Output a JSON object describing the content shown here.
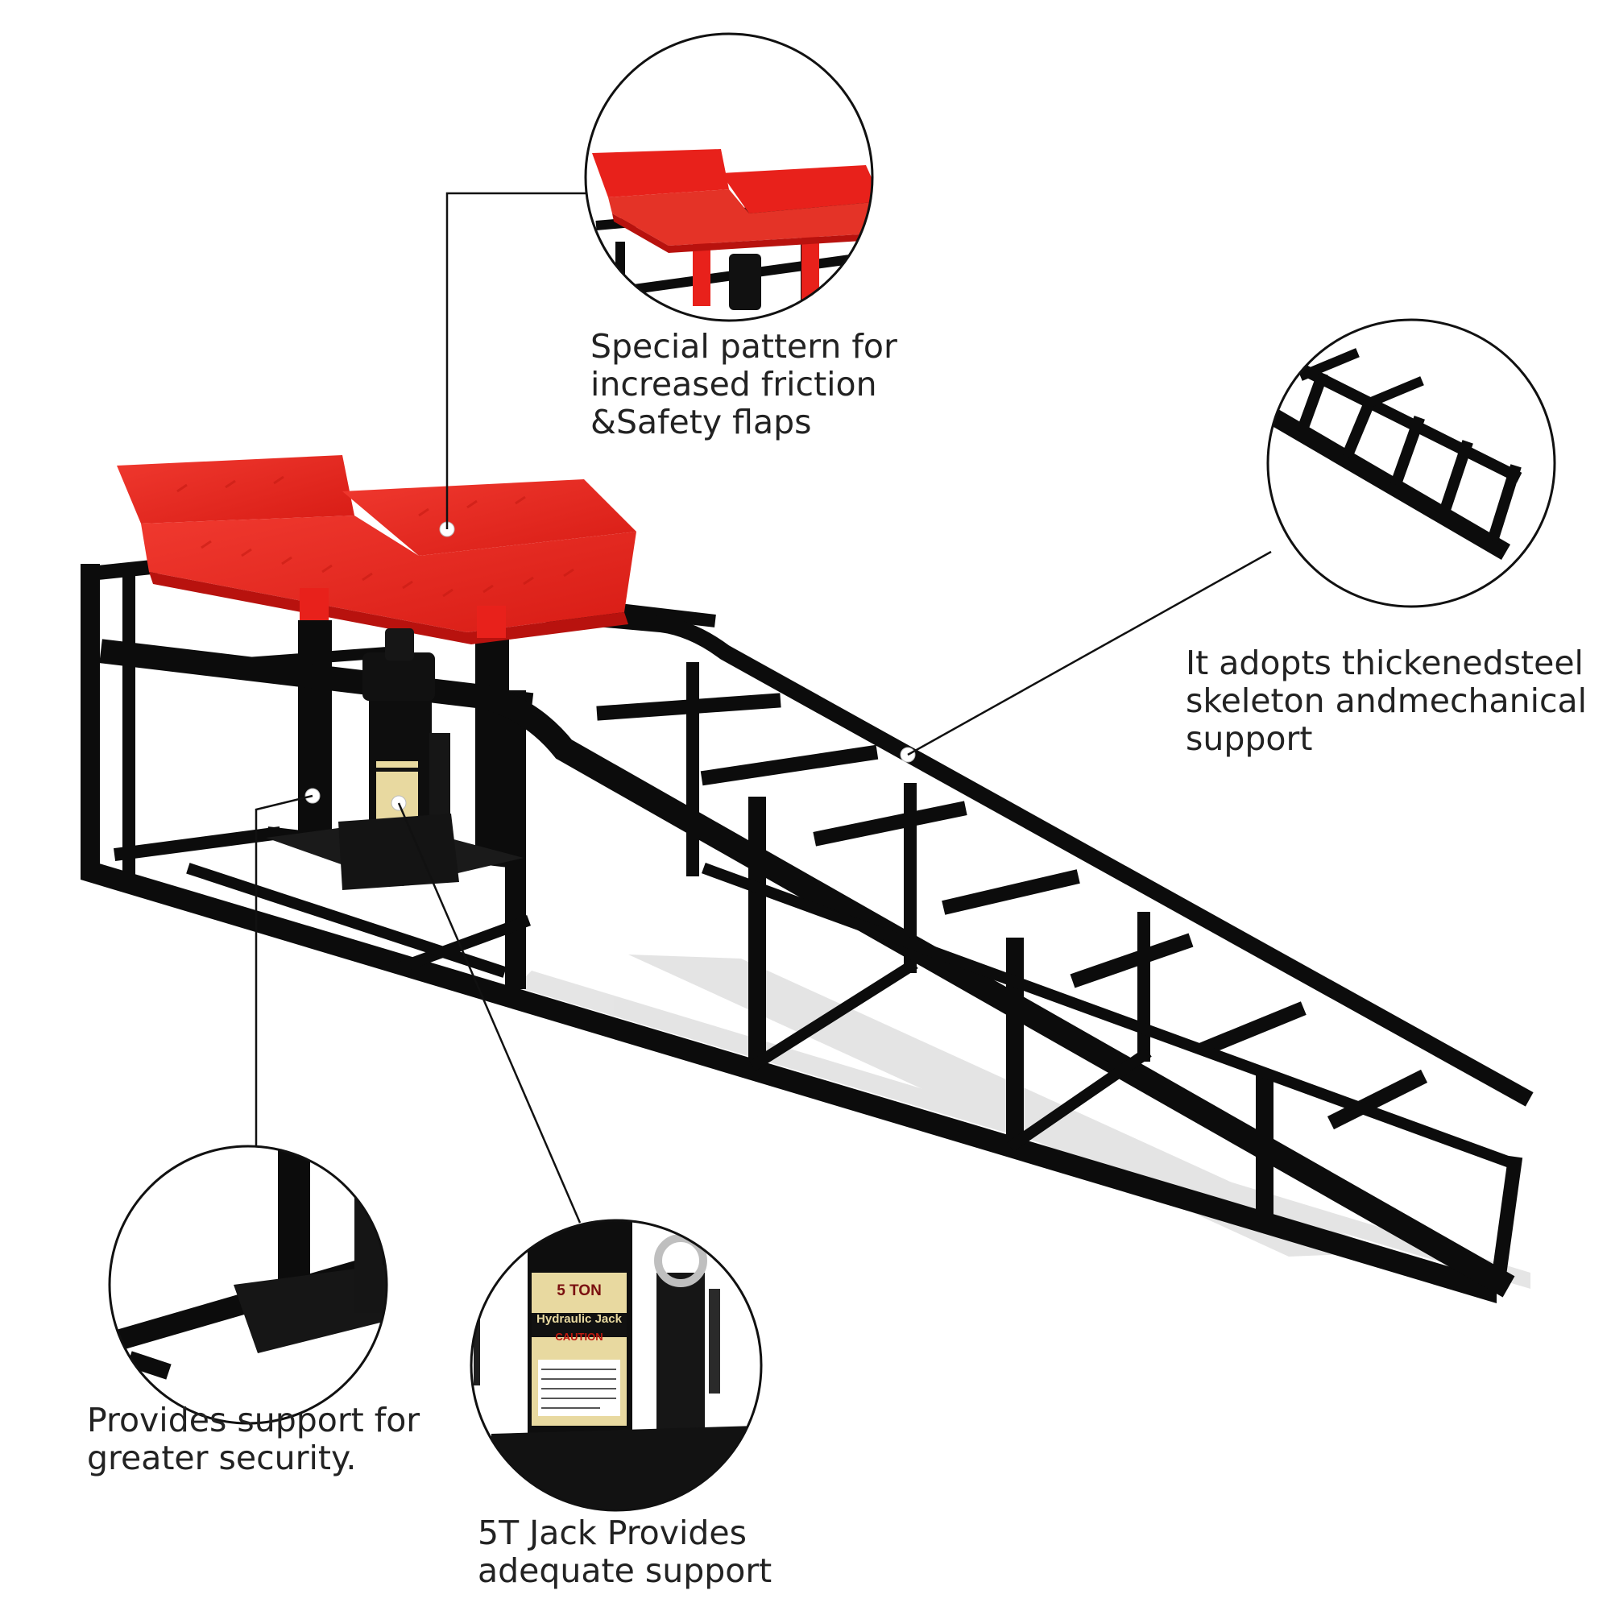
{
  "colors": {
    "steel": "#0c0c0c",
    "platform_red": "#e8211b",
    "platform_red_dark": "#b8120e",
    "callout_line": "#111111",
    "text": "#222222",
    "label_yellow": "#e8d9a0"
  },
  "callouts": {
    "platform": {
      "lines": [
        "Special pattern for",
        "increased friction",
        "&Safety flaps"
      ]
    },
    "skeleton": {
      "lines": [
        "It adopts thickenedsteel",
        "skeleton andmechanical",
        "support"
      ]
    },
    "support": {
      "lines": [
        "Provides support for",
        "greater security."
      ]
    },
    "jack": {
      "lines": [
        "5T Jack Provides",
        "adequate support"
      ]
    }
  },
  "jack_label": {
    "capacity": "5 TON",
    "name": "Hydraulic Jack",
    "warning": "CAUTION"
  },
  "icons": {
    "product": "car-ramp-with-bottle-jack",
    "detail_platform": "red-platform-detail",
    "detail_ramp": "ramp-skeleton-detail",
    "detail_base": "base-frame-detail",
    "detail_jack": "bottle-jack-detail"
  }
}
